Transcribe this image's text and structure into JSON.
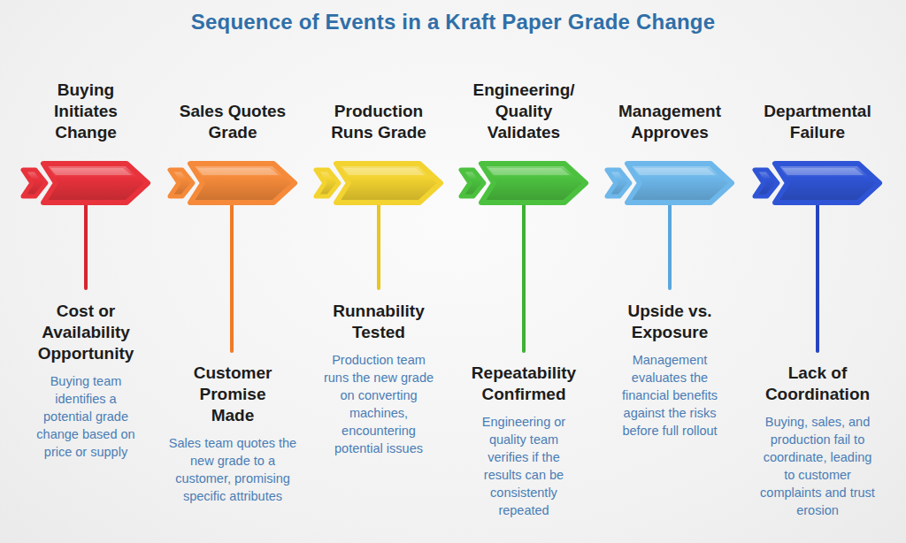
{
  "diagram": {
    "title": "Sequence of Events in a Kraft Paper Grade Change",
    "nodes": [
      {
        "text": [
          "Buying Initiates Change",
          "Cost or Availability Opportunity",
          "Buying team identifies a potential grade change based on price or supply"
        ]
      },
      {
        "text": [
          "Sales Quotes Grade",
          "Customer Promise Made",
          "Sales team quotes the new grade to a customer, promising specific attributes"
        ]
      },
      {
        "text": [
          "Production Runs Grade",
          "Runnability Tested",
          "Production team runs the new grade on converting machines, encountering potential issues"
        ]
      },
      {
        "text": [
          "Engineering/ Quality Validates",
          "Repeatability Confirmed",
          "Engineering or quality team verifies if the results can be consistently repeated"
        ]
      },
      {
        "text": [
          "Management Approves",
          "Upside vs. Exposure",
          "Management evaluates the financial benefits against the risks before full rollout"
        ]
      },
      {
        "text": [
          "Departmental Failure",
          "Lack of Coordination",
          "Buying, sales, and production fail to coordinate, leading to customer complaints and trust erosion"
        ]
      }
    ]
  }
}
